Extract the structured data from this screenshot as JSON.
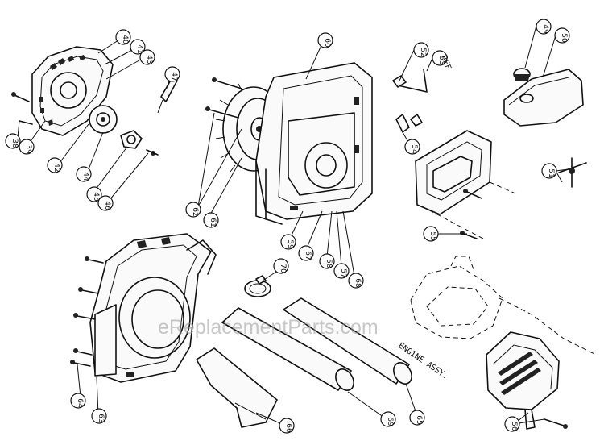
{
  "callouts": [
    "40",
    "41",
    "43",
    "47",
    "38",
    "39",
    "42",
    "44",
    "45",
    "46",
    "60",
    "52",
    "50",
    "49",
    "53",
    "54",
    "51",
    "62",
    "61",
    "59",
    "67",
    "58",
    "57",
    "68",
    "55",
    "70",
    "64",
    "63",
    "66",
    "69",
    "65",
    "56"
  ],
  "labels": {
    "ref": "REF",
    "engine_assy": "ENGINE ASSY."
  },
  "watermark": "eReplacementParts.com"
}
